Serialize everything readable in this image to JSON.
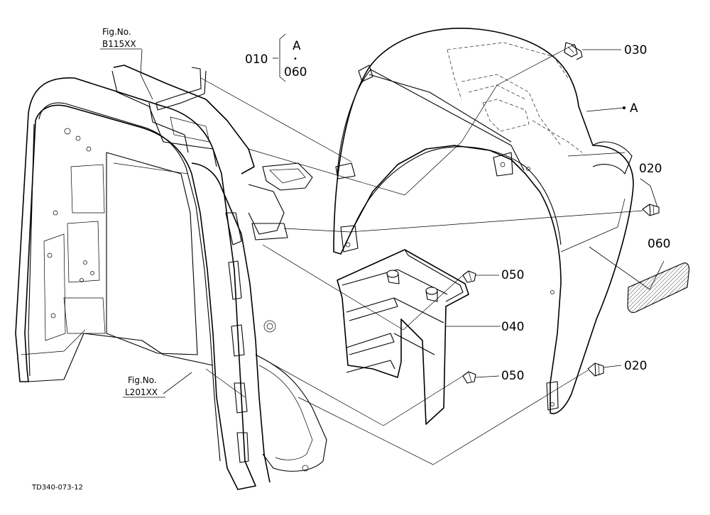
{
  "labels": {
    "fig_b": {
      "title": "Fig.No.",
      "code": "B115XX"
    },
    "fig_l": {
      "title": "Fig.No.",
      "code": "L201XX"
    },
    "ref_range": {
      "part": "010",
      "upper": "A",
      "dot": "•",
      "lower": "060"
    },
    "part_030": "030",
    "part_a": "A",
    "part_020_top": "020",
    "part_060": "060",
    "part_050_top": "050",
    "part_040": "040",
    "part_050_bottom": "050",
    "part_020_bottom": "020",
    "drawing_id": "TD340-073-12"
  },
  "icons": [
    "bolt-icon",
    "bolt-icon",
    "bolt-icon",
    "bolt-icon",
    "bolt-icon"
  ],
  "colors": {
    "line": "#000000",
    "background": "#ffffff"
  }
}
